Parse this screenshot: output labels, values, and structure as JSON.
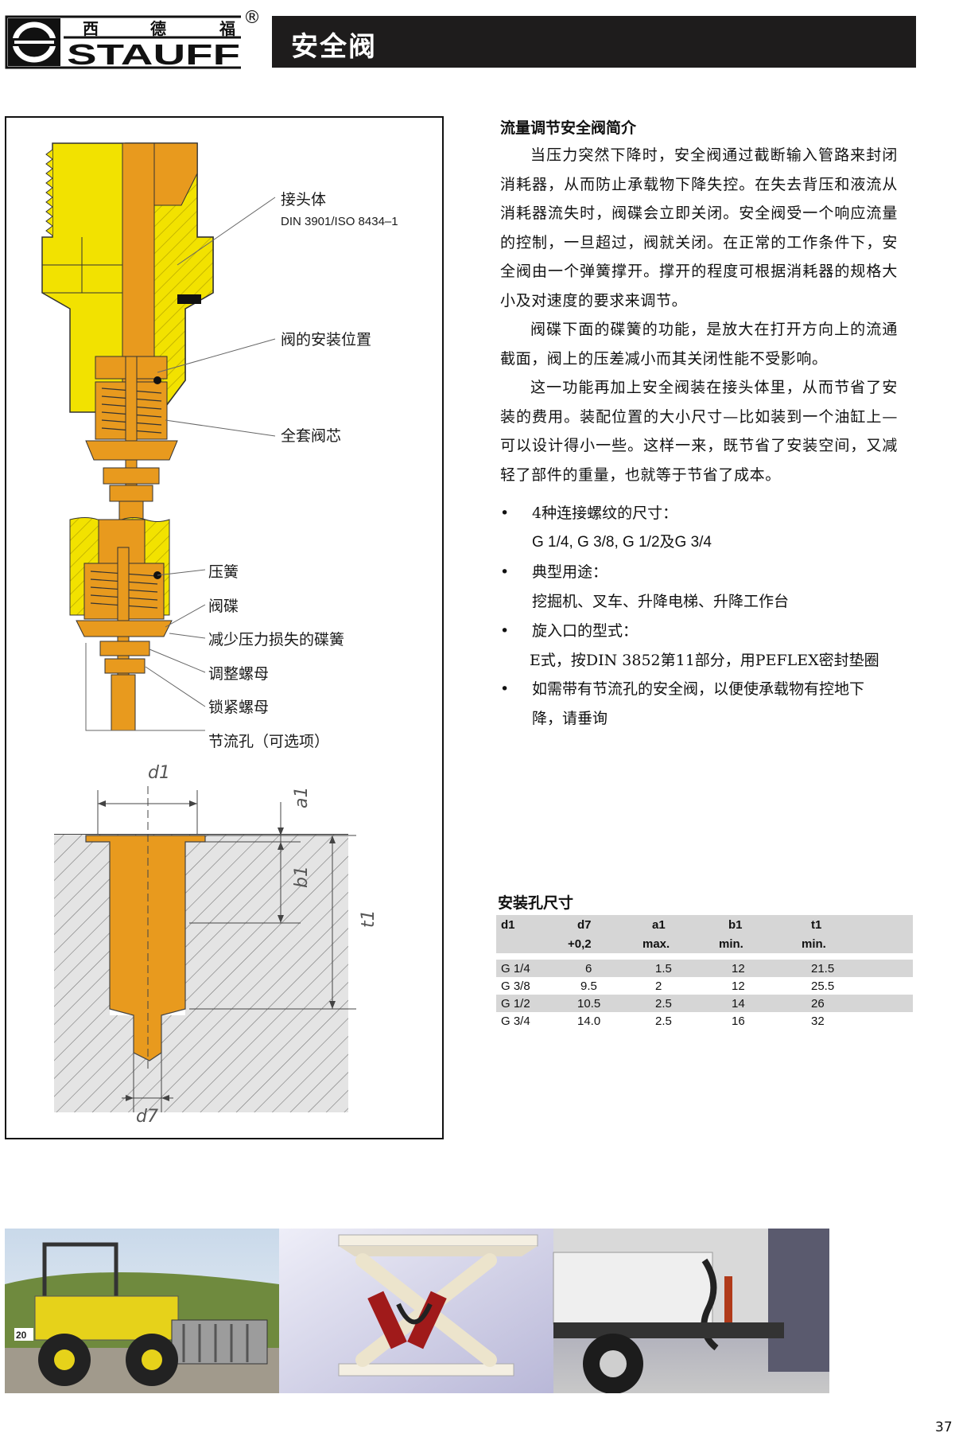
{
  "header": {
    "logo_cn": [
      "西",
      "德",
      "福"
    ],
    "logo_brand": "STAUFF",
    "logo_registered": "®",
    "title": "安全阀"
  },
  "figure": {
    "callouts_top": {
      "connector": "接头体",
      "connector_std": "DIN 3901/ISO 8434–1",
      "install_pos": "阀的安装位置",
      "cartridge": "全套阀芯"
    },
    "callouts_mid": {
      "spring": "压簧",
      "disc": "阀碟",
      "disc_spring": "减少压力损失的碟簧",
      "adjust_nut": "调整螺母",
      "lock_nut": "锁紧螺母",
      "orifice": "节流孔（可选项）"
    },
    "dims": {
      "d1": "d1",
      "a1": "a1",
      "b1": "b1",
      "t1": "t1",
      "d7": "d7"
    }
  },
  "intro": {
    "heading": "流量调节安全阀简介",
    "paragraphs": [
      "当压力突然下降时，安全阀通过截断输入管路来封闭消耗器，从而防止承载物下降失控。在失去背压和液流从消耗器流失时，阀碟会立即关闭。安全阀受一个响应流量的控制，一旦超过，阀就关闭。在正常的工作条件下，安全阀由一个弹簧撑开。撑开的程度可根据消耗器的规格大小及对速度的要求来调节。",
      "阀碟下面的碟簧的功能，是放大在打开方向上的流通截面，阀上的压差减小而其关闭性能不受影响。",
      "这一功能再加上安全阀装在接头体里，从而节省了安装的费用。装配位置的大小尺寸—比如装到一个油缸上—可以设计得小一些。这样一来，既节省了安装空间，又减轻了部件的重量，也就等于节省了成本。"
    ],
    "bullets": [
      {
        "line1": "4种连接螺纹的尺寸：",
        "line2": "G 1/4, G 3/8, G 1/2及G 3/4"
      },
      {
        "line1": "典型用途：",
        "line2": "挖掘机、叉车、升降电梯、升降工作台"
      },
      {
        "line1": "旋入口的型式：",
        "line2": "E式，按DIN 3852第11部分，用PEFLEX密封垫圈"
      },
      {
        "line1": "如需带有节流孔的安全阀，以便使承载物有控地下",
        "line2": "降，请垂询"
      }
    ],
    "bullet_symbol": "•"
  },
  "table": {
    "heading": "安装孔尺寸",
    "headers": [
      {
        "l1": "d1",
        "l2": ""
      },
      {
        "l1": "d7",
        "l2": "+0,2"
      },
      {
        "l1": "a1",
        "l2": "max."
      },
      {
        "l1": "b1",
        "l2": "min."
      },
      {
        "l1": "t1",
        "l2": "min."
      }
    ],
    "rows": [
      [
        "G 1/4",
        "6",
        "1.5",
        "12",
        "21.5"
      ],
      [
        "G 3/8",
        "9.5",
        "2",
        "12",
        "25.5"
      ],
      [
        "G 1/2",
        "10.5",
        "2.5",
        "14",
        "26"
      ],
      [
        "G 3/4",
        "14.0",
        "2.5",
        "16",
        "32"
      ]
    ]
  },
  "photos": {
    "loader_number": "20"
  },
  "page_number": "37",
  "colors": {
    "brass": "#f2e200",
    "copper": "#e89a1e",
    "title_bg": "#1e1c1c",
    "table_shade": "#d6d6d6"
  }
}
